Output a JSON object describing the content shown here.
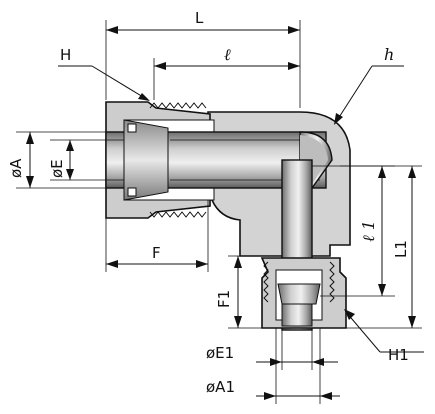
{
  "labels": {
    "L": "L",
    "H": "H",
    "l": "ℓ",
    "h": "h",
    "phiA": "øA",
    "phiE": "øE",
    "F": "F",
    "l1": "ℓ 1",
    "L1": "L1",
    "F1": "F1",
    "H1": "H1",
    "phiE1": "øE1",
    "phiA1": "øA1"
  }
}
